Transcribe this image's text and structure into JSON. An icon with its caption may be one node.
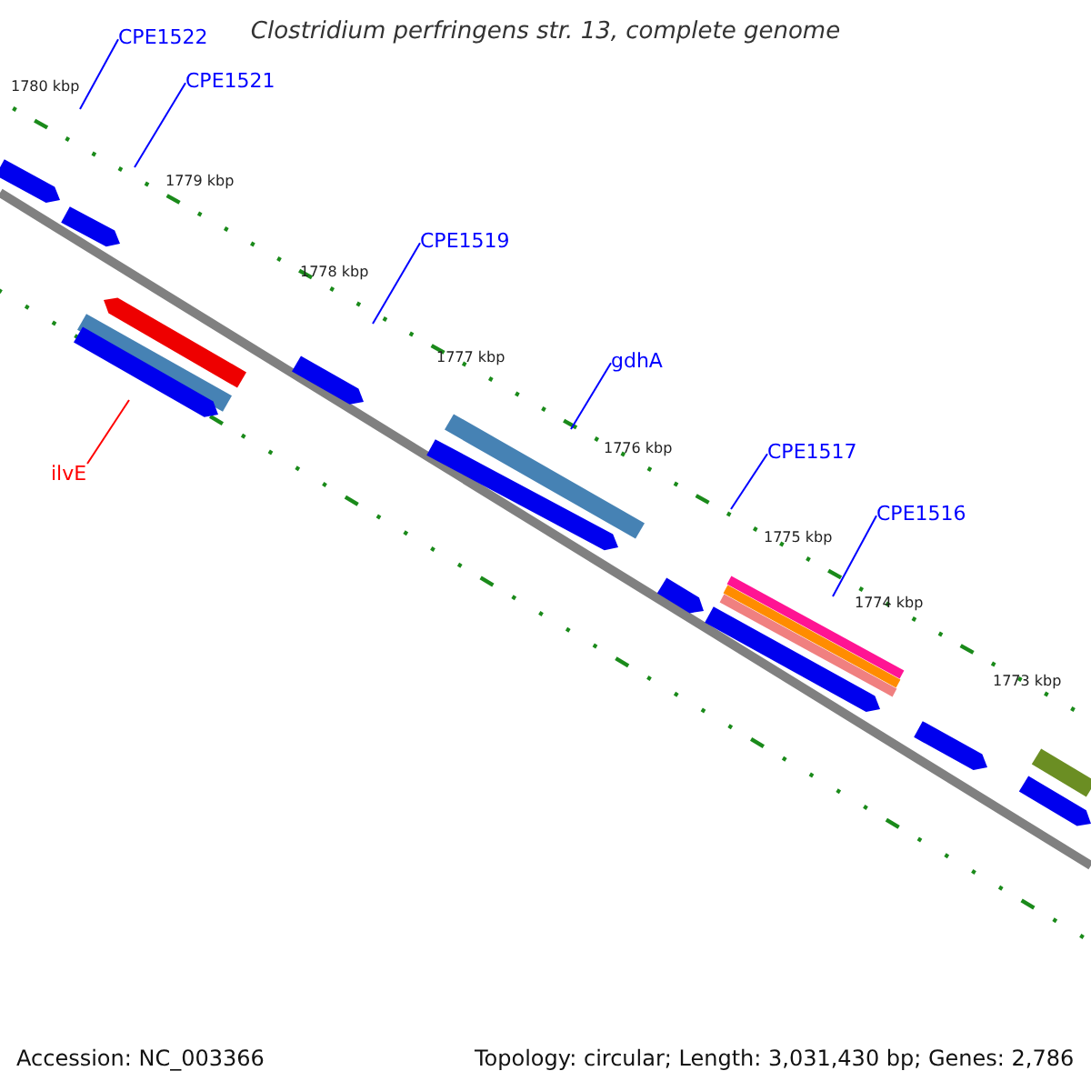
{
  "diagram": {
    "title": "Clostridium perfringens str. 13, complete genome",
    "nodes": [
      {
        "text": [
          "CPE1522"
        ]
      },
      {
        "text": [
          "CPE1521"
        ]
      },
      {
        "text": [
          "CPE1519"
        ]
      },
      {
        "text": [
          "gdhA"
        ]
      },
      {
        "text": [
          "CPE1517"
        ]
      },
      {
        "text": [
          "CPE1516"
        ]
      },
      {
        "text": [
          "ilvE"
        ]
      }
    ],
    "edges": [
      {
        "from": 0,
        "to": null,
        "arrow": "none"
      },
      {
        "from": 1,
        "to": null,
        "arrow": "none"
      },
      {
        "from": 2,
        "to": null,
        "arrow": "none"
      },
      {
        "from": 3,
        "to": null,
        "arrow": "none"
      },
      {
        "from": 4,
        "to": null,
        "arrow": "none"
      },
      {
        "from": 5,
        "to": null,
        "arrow": "none"
      },
      {
        "from": 6,
        "to": null,
        "arrow": "none",
        "color": "#ff0000"
      }
    ],
    "labels": [
      "1780 kbp",
      "1779 kbp",
      "1778 kbp",
      "1777 kbp",
      "1776 kbp",
      "1775 kbp",
      "1774 kbp",
      "1773 kbp",
      "Accession: NC_003366",
      "Topology: circular; Length: 3,031,430 bp; Genes: 2,786"
    ]
  }
}
